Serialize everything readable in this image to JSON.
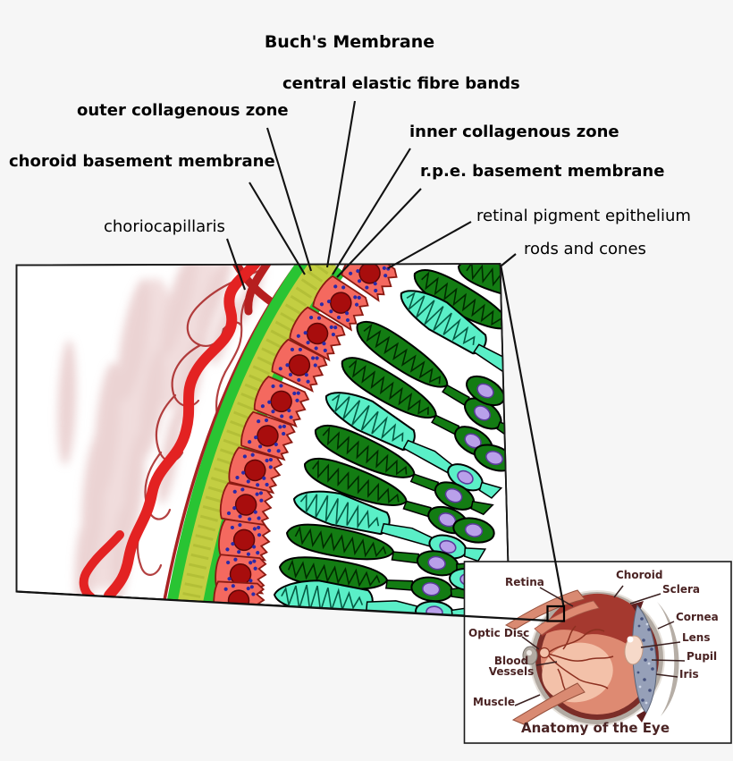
{
  "figure": {
    "title": "Buch's Membrane",
    "background": "#f6f6f6"
  },
  "membrane_labels": {
    "buchs_membrane": "Buch's Membrane",
    "central_elastic": "central elastic fibre bands",
    "outer_collagenous": "outer collagenous zone",
    "inner_collagenous": "inner collagenous zone",
    "choroid_basement": "choroid basement membrane",
    "rpe_basement": "r.p.e. basement membrane",
    "choriocapillaris": "choriocapillaris",
    "retinal_pigment_epithelium": "retinal pigment epithelium",
    "rods_and_cones": "rods and cones"
  },
  "inset": {
    "caption": "Anatomy of the Eye",
    "labels": {
      "retina": "Retina",
      "choroid": "Choroid",
      "sclera": "Sclera",
      "cornea": "Cornea",
      "optic_disc": "Optic Disc",
      "lens": "Lens",
      "pupil": "Pupil",
      "iris": "Iris",
      "blood_vessels": "Blood\nVessels",
      "muscle": "Muscle"
    }
  },
  "palette": {
    "background": "#f6f6f6",
    "ink": "#111111",
    "vessel_red": "#e32222",
    "vessel_dark_red": "#b61f1f",
    "capillary_red": "#a62020",
    "membrane_green": "#29c433",
    "elastic_yellow": "#c3ce42",
    "rpe_cell": "#f4695f",
    "rpe_outline": "#8b1a12",
    "rpe_nucleus": "#a80d0d",
    "rpe_dots": "#2a2aa8",
    "rod_green": "#137c13",
    "cone_cyan": "#5aefc7",
    "photoreceptor_nucleus": "#b9a0ea",
    "inset_label": "#4a2323",
    "eye_sclera": "#b2aaa2",
    "eye_wall": "#7b2d28",
    "eye_choroid": "#a5392f",
    "eye_retina": "#de8a72",
    "eye_inner": "#f3c1a9",
    "eye_iris": "#96a0b8",
    "eye_cornea": "#b6aea6",
    "eye_lens": "#f6d9c9"
  }
}
